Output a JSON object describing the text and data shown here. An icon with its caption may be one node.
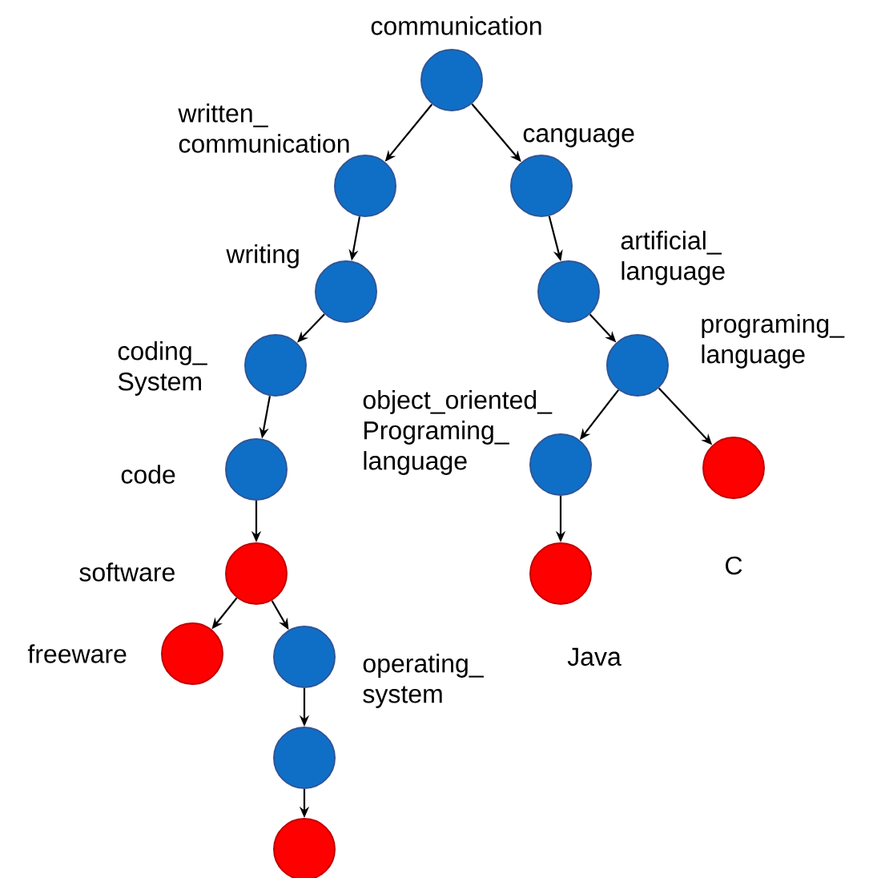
{
  "diagram": {
    "nodes": [
      {
        "text": [],
        "shape": "circle",
        "beside": [
          "communication"
        ]
      },
      {
        "text": [],
        "shape": "circle",
        "beside": [
          "written_ communication"
        ]
      },
      {
        "text": [],
        "shape": "circle",
        "beside": [
          "canguage"
        ]
      },
      {
        "text": [],
        "shape": "circle",
        "beside": [
          "writing"
        ]
      },
      {
        "text": [],
        "shape": "circle",
        "beside": [
          "artificial_ language"
        ]
      },
      {
        "text": [],
        "shape": "circle",
        "beside": [
          "coding_ System"
        ]
      },
      {
        "text": [],
        "shape": "circle",
        "beside": [
          "programing_ language"
        ]
      },
      {
        "text": [],
        "shape": "circle",
        "beside": [
          "code"
        ]
      },
      {
        "text": [],
        "shape": "circle",
        "beside": [
          "object_oriented_ Programing_ language"
        ]
      },
      {
        "text": [],
        "shape": "circle",
        "beside": [
          "C"
        ]
      },
      {
        "text": [],
        "shape": "circle",
        "beside": [
          "software"
        ]
      },
      {
        "text": [],
        "shape": "circle",
        "beside": [
          "Java"
        ]
      },
      {
        "text": [],
        "shape": "circle",
        "beside": [
          "freeware"
        ]
      },
      {
        "text": [],
        "shape": "circle",
        "beside": [
          "operating_ system"
        ]
      },
      {
        "text": [],
        "shape": "circle"
      },
      {
        "text": [],
        "shape": "circle"
      }
    ],
    "edges": [
      {
        "from": 0,
        "to": 1,
        "arrow": "to"
      },
      {
        "from": 0,
        "to": 2,
        "arrow": "to"
      },
      {
        "from": 1,
        "to": 3,
        "arrow": "to"
      },
      {
        "from": 2,
        "to": 4,
        "arrow": "to"
      },
      {
        "from": 3,
        "to": 5,
        "arrow": "to"
      },
      {
        "from": 4,
        "to": 6,
        "arrow": "to"
      },
      {
        "from": 5,
        "to": 7,
        "arrow": "to"
      },
      {
        "from": 6,
        "to": 8,
        "arrow": "to"
      },
      {
        "from": 6,
        "to": 9,
        "arrow": "to"
      },
      {
        "from": 7,
        "to": 10,
        "arrow": "to"
      },
      {
        "from": 8,
        "to": 11,
        "arrow": "to"
      },
      {
        "from": 10,
        "to": 12,
        "arrow": "to"
      },
      {
        "from": 10,
        "to": 13,
        "arrow": "to"
      },
      {
        "from": 13,
        "to": 14,
        "arrow": "to"
      },
      {
        "from": 14,
        "to": 15,
        "arrow": "to"
      }
    ]
  }
}
